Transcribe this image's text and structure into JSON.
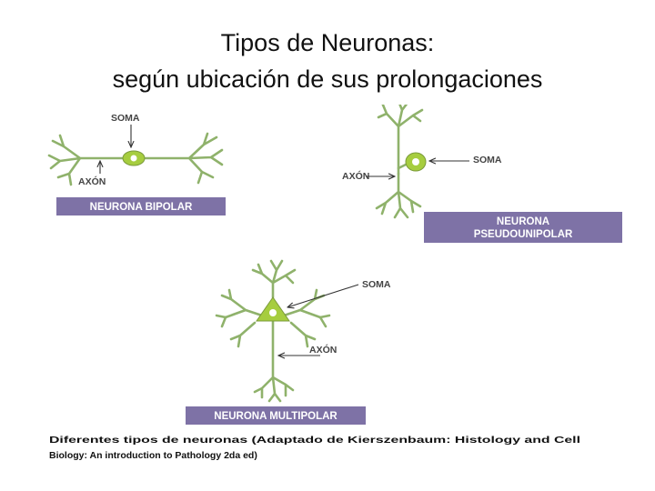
{
  "slide": {
    "title_line1": "Tipos de Neuronas:",
    "title_line2": "según ubicación de sus prolongaciones"
  },
  "figure": {
    "bipolar": {
      "soma_label": "SOMA",
      "axon_label": "AXÓN",
      "banner": "NEURONA BIPOLAR"
    },
    "pseudounipolar": {
      "soma_label": "SOMA",
      "axon_label": "AXÓN",
      "banner_line1": "NEURONA",
      "banner_line2": "PSEUDOUNIPOLAR"
    },
    "multipolar": {
      "soma_label": "SOMA",
      "axon_label": "AXÓN",
      "banner": "NEURONA MULTIPOLAR"
    },
    "caption_line1": "Diferentes tipos de neuronas (Adaptado de Kierszenbaum: Histology and Cell",
    "caption_line2": "Biology: An introduction to Pathology 2da ed)"
  },
  "colors": {
    "neuron_green": "#8fb26b",
    "soma_fill": "#a6cd3f",
    "banner_purple": "#7e72a6"
  }
}
